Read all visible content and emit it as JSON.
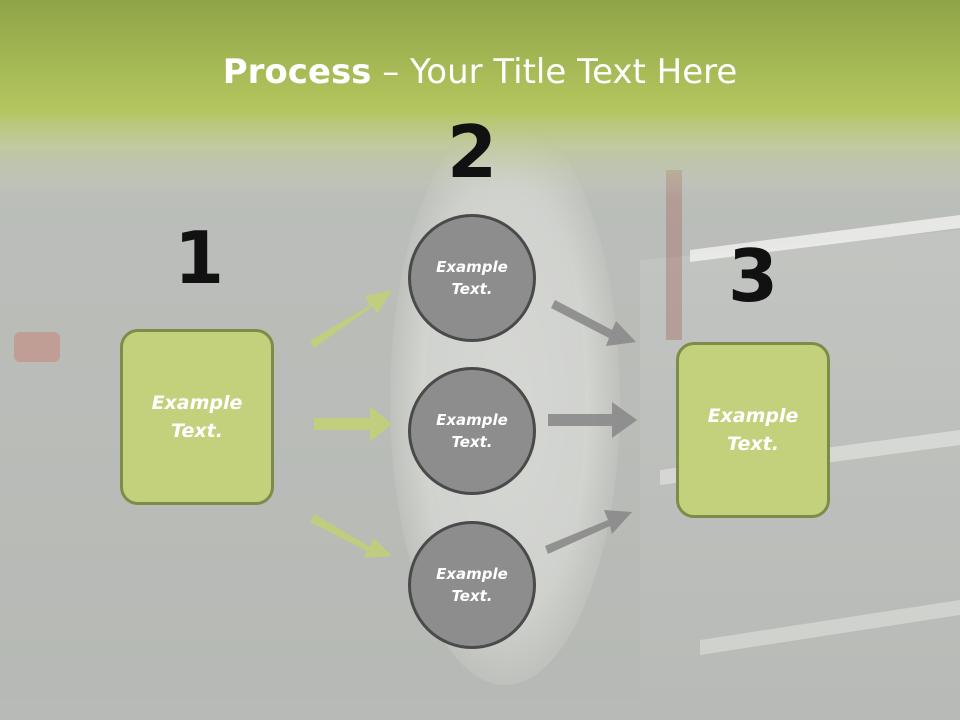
{
  "title": {
    "strong": "Process",
    "rest": " – Your Title Text Here"
  },
  "steps": [
    {
      "number": "1",
      "label": "Example Text."
    },
    {
      "number": "2",
      "labels": [
        "Example Text.",
        "Example Text.",
        "Example Text."
      ]
    },
    {
      "number": "3",
      "label": "Example Text."
    }
  ],
  "colors": {
    "green": "#c4d17c",
    "green_border": "#7e8c4a",
    "gray": "#8d8d8d",
    "gray_border": "#4a4a4a"
  }
}
